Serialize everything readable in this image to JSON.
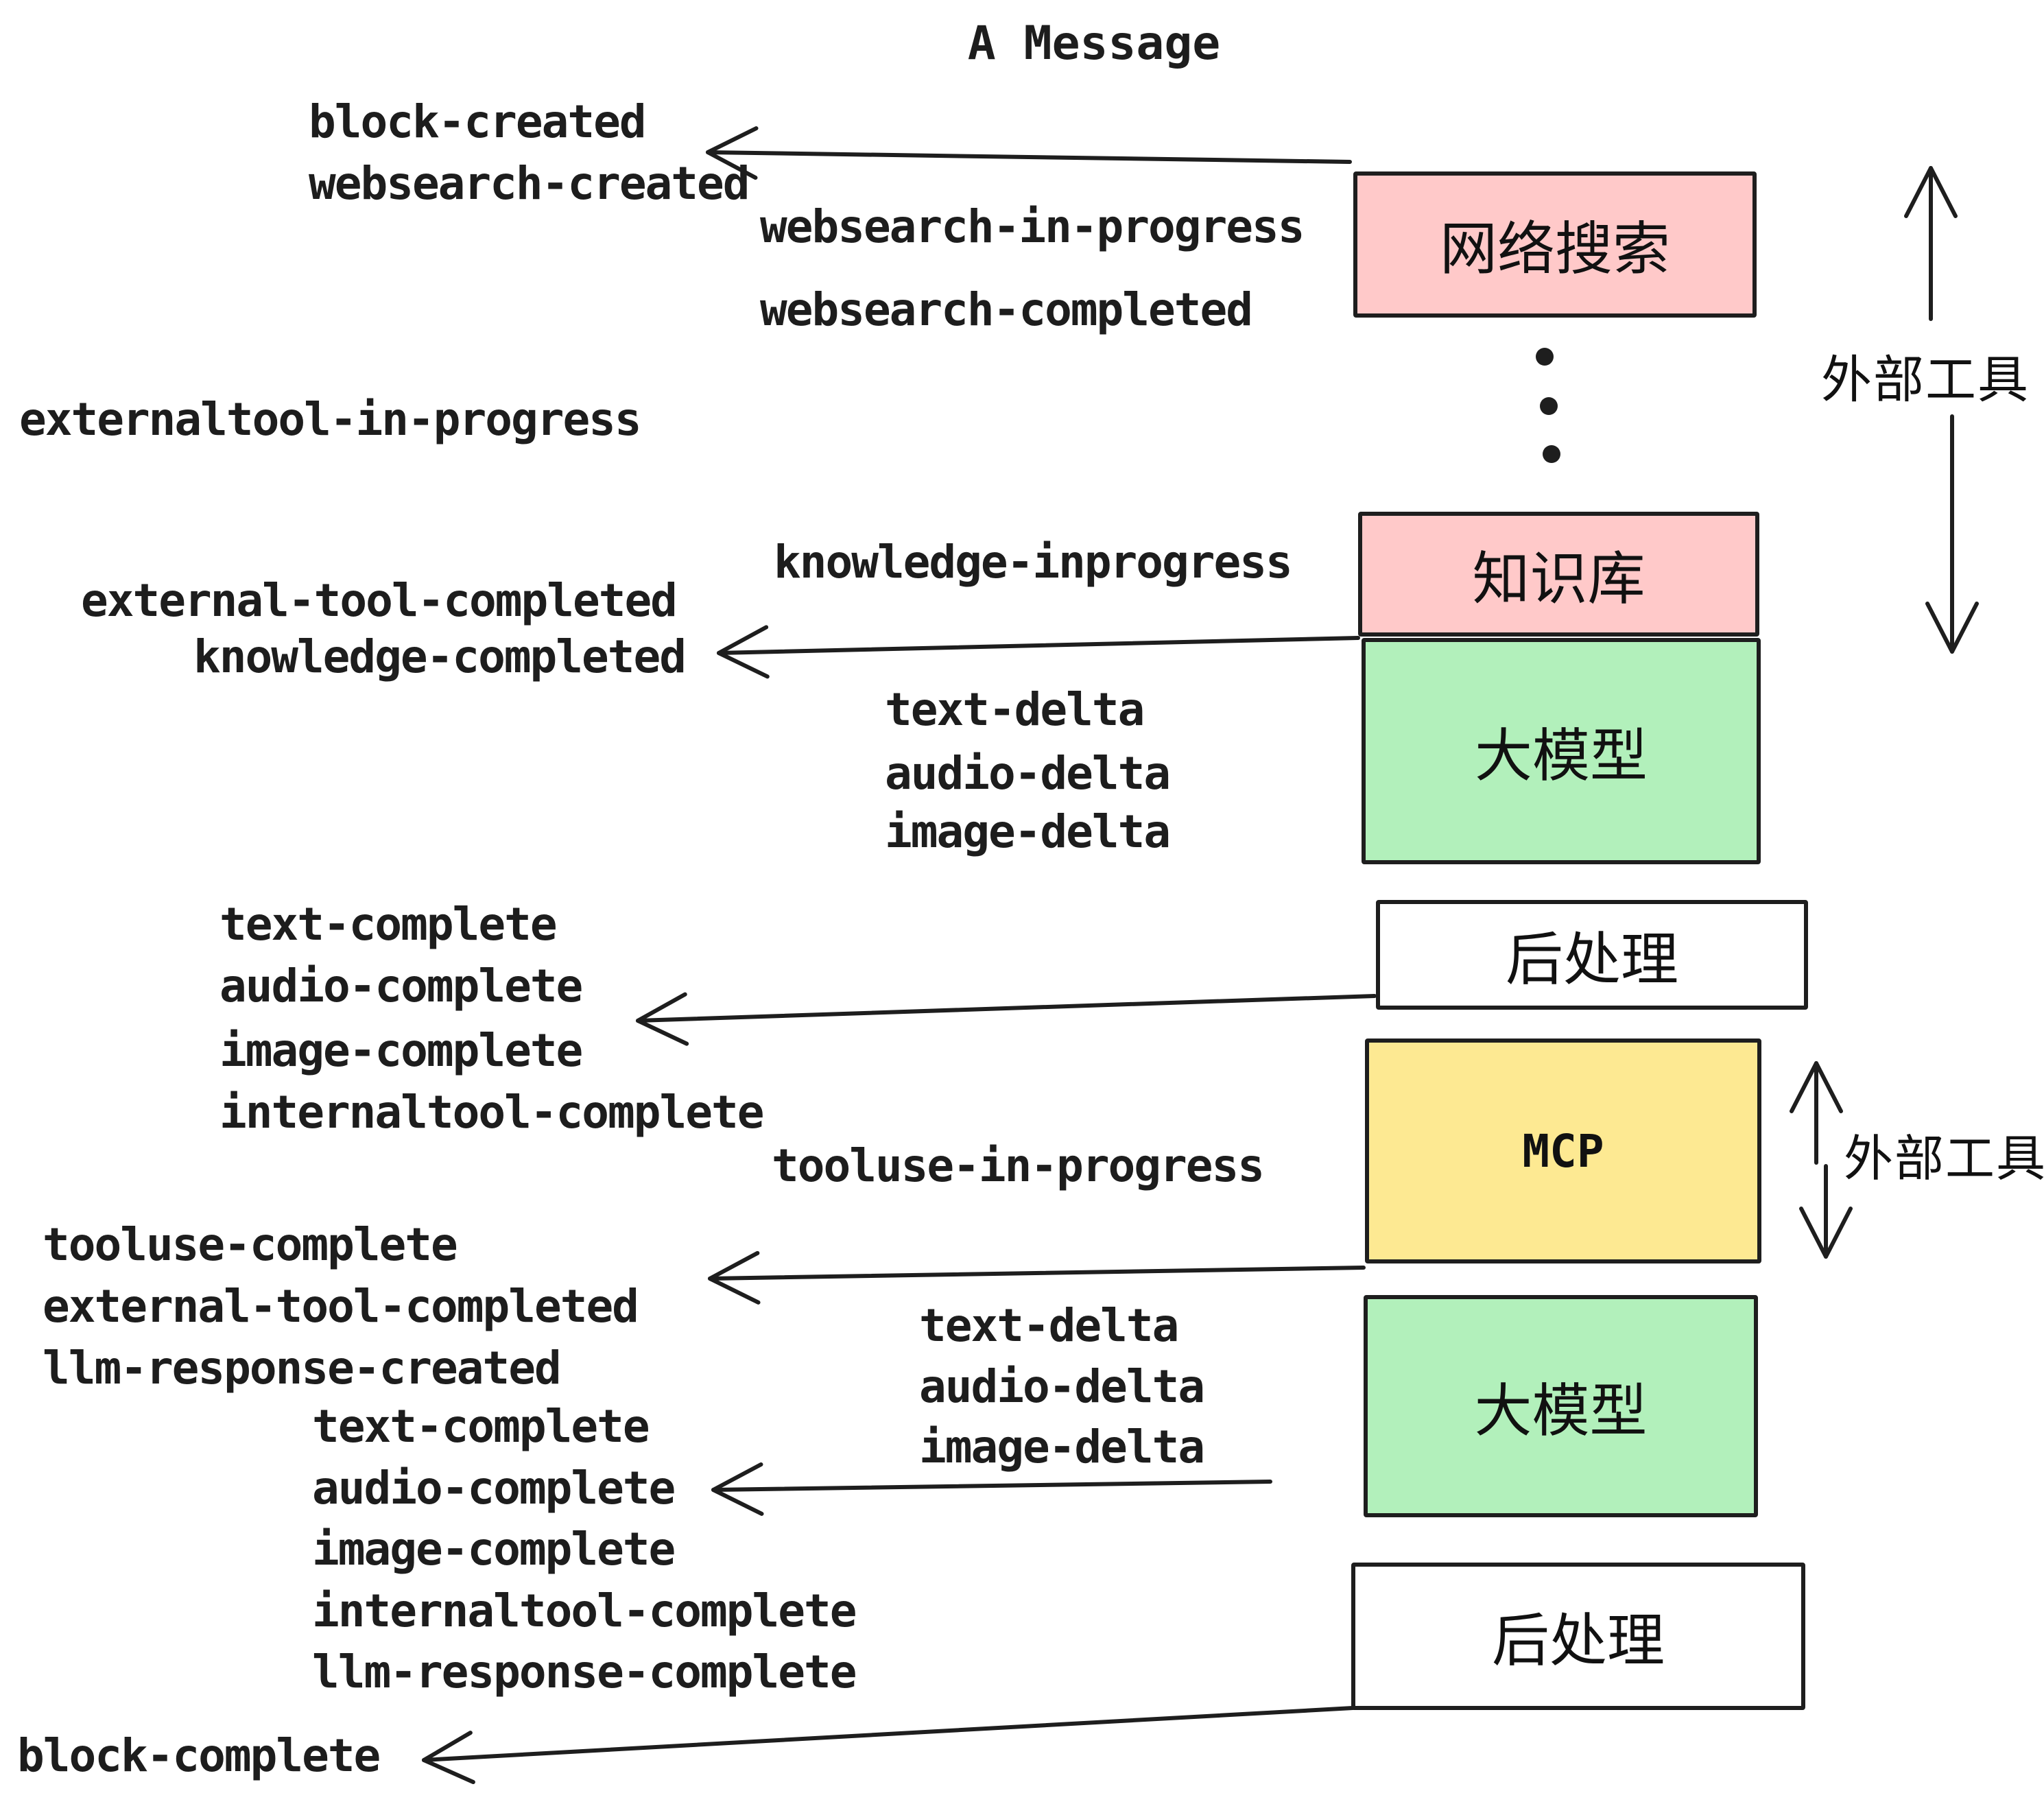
{
  "title": {
    "text": "A Message"
  },
  "colors": {
    "background": "#ffffff",
    "stroke": "#1e1e1e",
    "text": "#1d1d1d",
    "pink": "#ffc9c9",
    "green": "#b2f0bb",
    "yellow": "#fde992",
    "white_box": "#ffffff"
  },
  "boxes": [
    {
      "name": "websearch",
      "label": "网络搜索",
      "fill": "#ffc9c9"
    },
    {
      "name": "knowledge",
      "label": "知识库",
      "fill": "#ffc9c9"
    },
    {
      "name": "llm-1",
      "label": "大模型",
      "fill": "#b2f0bb"
    },
    {
      "name": "postprocess-1",
      "label": "后处理",
      "fill": "#ffffff"
    },
    {
      "name": "mcp",
      "label": "MCP",
      "fill": "#fde992"
    },
    {
      "name": "llm-2",
      "label": "大模型",
      "fill": "#b2f0bb"
    },
    {
      "name": "postprocess-2",
      "label": "后处理",
      "fill": "#ffffff"
    }
  ],
  "side_labels": [
    {
      "text": "外部工具"
    },
    {
      "text": "外部工具"
    }
  ],
  "events": [
    {
      "text": "block-created"
    },
    {
      "text": "websearch-created"
    },
    {
      "text": "websearch-in-progress"
    },
    {
      "text": "websearch-completed"
    },
    {
      "text": "externaltool-in-progress"
    },
    {
      "text": "knowledge-inprogress"
    },
    {
      "text": "external-tool-completed"
    },
    {
      "text": "knowledge-completed"
    },
    {
      "text": "text-delta"
    },
    {
      "text": "audio-delta"
    },
    {
      "text": "image-delta"
    },
    {
      "text": "text-complete"
    },
    {
      "text": "audio-complete"
    },
    {
      "text": "image-complete"
    },
    {
      "text": "internaltool-complete"
    },
    {
      "text": "tooluse-in-progress"
    },
    {
      "text": "tooluse-complete"
    },
    {
      "text": "external-tool-completed"
    },
    {
      "text": "llm-response-created"
    },
    {
      "text": "text-delta"
    },
    {
      "text": "audio-delta"
    },
    {
      "text": "image-delta"
    },
    {
      "text": "text-complete"
    },
    {
      "text": "audio-complete"
    },
    {
      "text": "image-complete"
    },
    {
      "text": "internaltool-complete"
    },
    {
      "text": "llm-response-complete"
    },
    {
      "text": "block-complete"
    }
  ]
}
